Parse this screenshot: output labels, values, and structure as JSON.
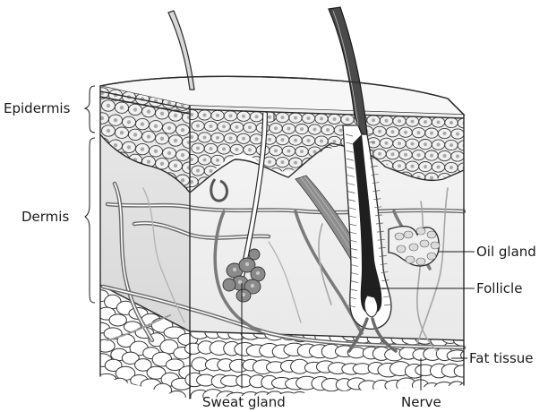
{
  "labels": {
    "epidermis": "Epidermis",
    "dermis": "Dermis",
    "oil_gland": "Oil gland",
    "follicle": "Follicle",
    "fat_tissue": "Fat tissue",
    "sweat_gland": "Sweat gland",
    "nerve": "Nerve"
  }
}
